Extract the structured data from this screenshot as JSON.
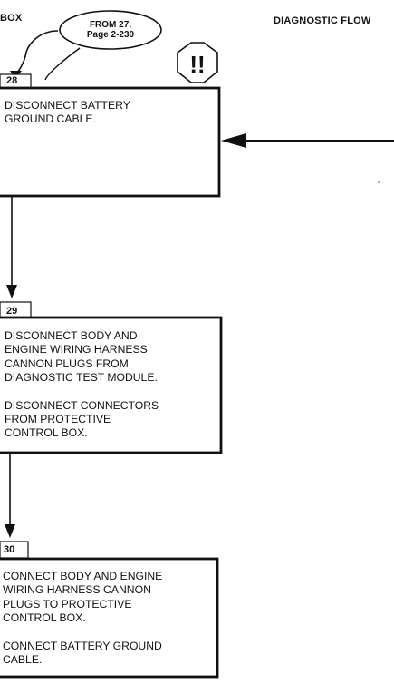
{
  "header": {
    "left": "BOX",
    "right": "DIAGNOSTIC FLOW"
  },
  "bubble": {
    "line1": "FROM 27,",
    "line2": "Page 2-230"
  },
  "warning": {
    "symbol": "!!"
  },
  "steps": [
    {
      "number": "28",
      "paragraphs": [
        [
          "DISCONNECT BATTERY",
          "GROUND CABLE."
        ]
      ]
    },
    {
      "number": "29",
      "paragraphs": [
        [
          "DISCONNECT BODY AND",
          "ENGINE WIRING HARNESS",
          "CANNON PLUGS FROM",
          "DIAGNOSTIC TEST MODULE."
        ],
        [
          "DISCONNECT CONNECTORS",
          "FROM PROTECTIVE",
          "CONTROL BOX."
        ]
      ]
    },
    {
      "number": "30",
      "paragraphs": [
        [
          "CONNECT BODY AND ENGINE",
          "WIRING HARNESS CANNON",
          "PLUGS TO PROTECTIVE",
          "CONTROL BOX."
        ],
        [
          "CONNECT BATTERY GROUND",
          "CABLE."
        ]
      ]
    }
  ],
  "colors": {
    "ink": "#111111",
    "paper": "#ffffff"
  }
}
